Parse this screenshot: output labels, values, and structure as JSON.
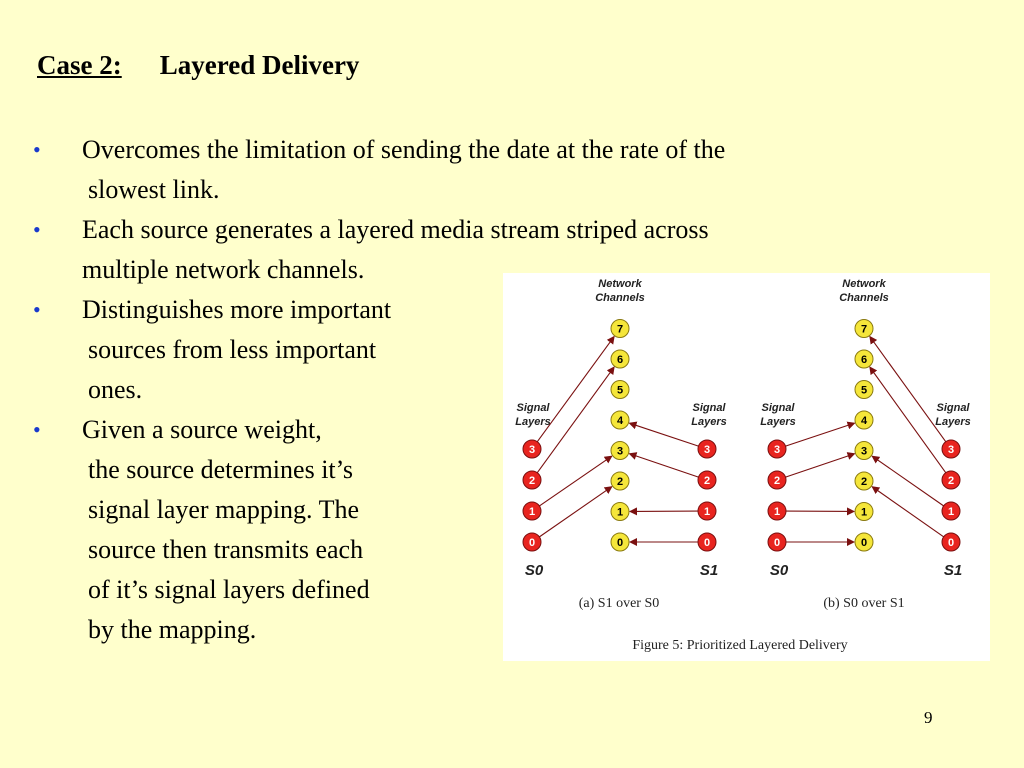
{
  "title": {
    "case": "Case 2:",
    "heading": "Layered Delivery"
  },
  "bullets": [
    {
      "lines": [
        "Overcomes the limitation of sending the date at the rate of the",
        "slowest link."
      ]
    },
    {
      "lines": [
        "Each source generates a layered media stream striped across",
        "multiple network channels."
      ]
    },
    {
      "lines": [
        "Distinguishes more important",
        "sources from less important",
        "ones."
      ]
    },
    {
      "lines": [
        "Given a source weight,",
        "the source determines it’s",
        "signal layer mapping. The",
        "source then transmits each",
        "of it’s signal layers defined",
        "by the mapping."
      ]
    }
  ],
  "bullet_symbol": "•",
  "figure": {
    "network_label": [
      "Network",
      "Channels"
    ],
    "signal_label": [
      "Signal",
      "Layers"
    ],
    "channels": [
      "0",
      "1",
      "2",
      "3",
      "4",
      "5",
      "6",
      "7"
    ],
    "layers": [
      "0",
      "1",
      "2",
      "3"
    ],
    "source0": "S0",
    "source1": "S1",
    "panel_a_caption": "(a) S1 over S0",
    "panel_b_caption": "(b) S0 over S1",
    "caption": "Figure 5: Prioritized Layered Delivery",
    "panel_a_map": {
      "s0": [
        2,
        3,
        6,
        7
      ],
      "s1": [
        0,
        1,
        3,
        4
      ]
    },
    "panel_b_map": {
      "s0": [
        0,
        1,
        3,
        4
      ],
      "s1": [
        2,
        3,
        6,
        7
      ]
    },
    "colors": {
      "channel_fill": "#F5E63A",
      "layer_fill": "#E8241F",
      "arrow": "#7A1010"
    }
  },
  "page_number": "9"
}
